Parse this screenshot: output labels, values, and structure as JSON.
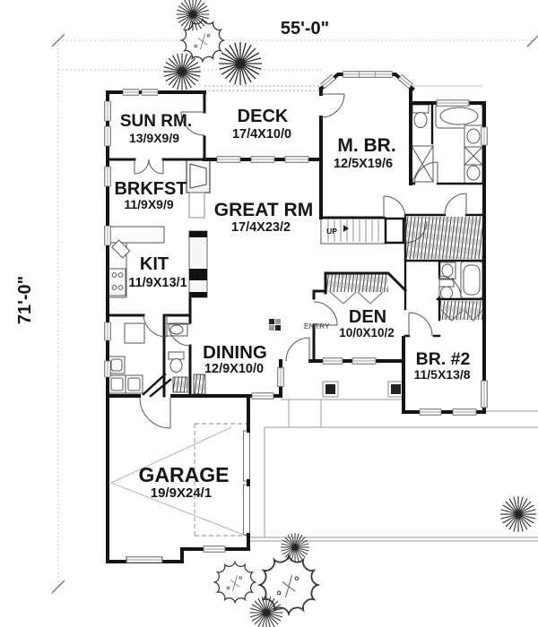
{
  "plan": {
    "dimensions": {
      "width": "55'-0\"",
      "height": "71'-0\""
    },
    "rooms": [
      {
        "name": "SUN RM.",
        "size": "13/9X9/9"
      },
      {
        "name": "DECK",
        "size": "17/4X10/0"
      },
      {
        "name": "M. BR.",
        "size": "12/5X19/6"
      },
      {
        "name": "BRKFST",
        "size": "11/9X9/9"
      },
      {
        "name": "GREAT RM",
        "size": "17/4X23/2"
      },
      {
        "name": "KIT",
        "size": "11/9X13/1"
      },
      {
        "name": "DEN",
        "size": "10/0X10/2"
      },
      {
        "name": "DINING",
        "size": "12/9X10/0"
      },
      {
        "name": "BR. #2",
        "size": "11/5X13/8"
      },
      {
        "name": "GARAGE",
        "size": "19/9X24/1"
      }
    ],
    "annotations": {
      "entry": "ENTRY",
      "stairs_up": "UP"
    },
    "colors": {
      "wall": "#141414",
      "site_line": "#b5b5b5",
      "hardscape": "#999999",
      "fixture": "#555555",
      "text": "#161616"
    }
  }
}
